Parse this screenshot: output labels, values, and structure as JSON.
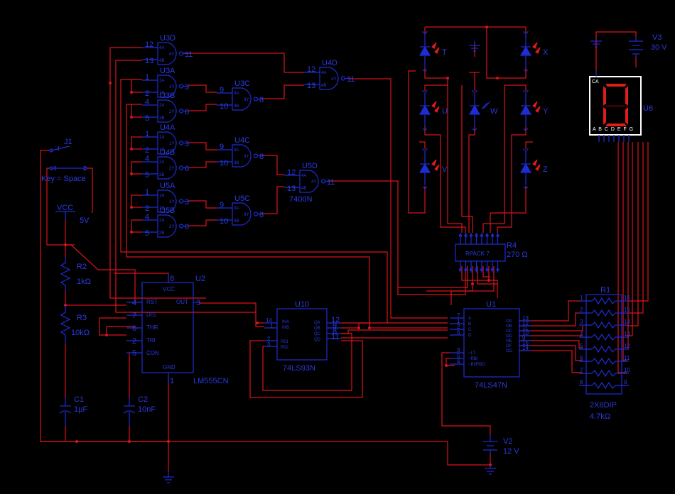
{
  "gates": {
    "u3d": {
      "ref": "U3D",
      "in1": "12",
      "in2": "13",
      "out": "11",
      "pa": "4A",
      "pb": "4B",
      "py": "4Y"
    },
    "u3a": {
      "ref": "U3A",
      "in1": "1",
      "in2": "2",
      "out": "3",
      "pa": "1A",
      "pb": "1B",
      "py": "1Y"
    },
    "u3b": {
      "ref": "U3B",
      "in1": "4",
      "in2": "5",
      "out": "6",
      "pa": "2A",
      "pb": "2B",
      "py": "2Y"
    },
    "u3c": {
      "ref": "U3C",
      "in1": "9",
      "in2": "10",
      "out": "8",
      "pa": "3A",
      "pb": "3B",
      "py": "3Y"
    },
    "u4d": {
      "ref": "U4D",
      "in1": "12",
      "in2": "13",
      "out": "11",
      "pa": "4A",
      "pb": "4B",
      "py": "4Y"
    },
    "u4a": {
      "ref": "U4A",
      "in1": "1",
      "in2": "2",
      "out": "3",
      "pa": "1A",
      "pb": "1B",
      "py": "1Y"
    },
    "u4b": {
      "ref": "U4B",
      "in1": "4",
      "in2": "5",
      "out": "6",
      "pa": "2A",
      "pb": "2B",
      "py": "2Y"
    },
    "u4c": {
      "ref": "U4C",
      "in1": "9",
      "in2": "10",
      "out": "8",
      "pa": "3A",
      "pb": "3B",
      "py": "3Y"
    },
    "u5a": {
      "ref": "U5A",
      "in1": "1",
      "in2": "2",
      "out": "3",
      "pa": "1A",
      "pb": "1B",
      "py": "1Y"
    },
    "u5b": {
      "ref": "U5B",
      "in1": "4",
      "in2": "5",
      "out": "6",
      "pa": "2A",
      "pb": "2B",
      "py": "2Y"
    },
    "u5c": {
      "ref": "U5C",
      "in1": "9",
      "in2": "10",
      "out": "8",
      "pa": "3A",
      "pb": "3B",
      "py": "3Y"
    },
    "u5d": {
      "ref": "U5D",
      "in1": "12",
      "in2": "13",
      "out": "11",
      "pa": "4A",
      "pb": "4B",
      "py": "4Y",
      "part": "7400N"
    }
  },
  "switch": {
    "ref": "J1",
    "label": "Key = Space",
    "pin1": "1",
    "pin2": "2",
    "pin3": "3"
  },
  "vcc": {
    "label": "VCC",
    "value": "5V"
  },
  "r2": {
    "ref": "R2",
    "value": "1kΩ"
  },
  "r3": {
    "ref": "R3",
    "value": "10kΩ"
  },
  "c1": {
    "ref": "C1",
    "value": "1µF"
  },
  "c2": {
    "ref": "C2",
    "value": "10nF"
  },
  "u2": {
    "ref": "U2",
    "part": "LM555CN",
    "vcc": "VCC",
    "gnd": "GND",
    "pins": {
      "vcc": "8",
      "rst": "4",
      "dis": "7",
      "thr": "6",
      "tri": "2",
      "con": "5",
      "out": "3",
      "gnd": "1"
    },
    "names": {
      "rst": "RST",
      "dis": "DIS",
      "thr": "THR",
      "tri": "TRI",
      "con": "CON",
      "out": "OUT"
    }
  },
  "u10": {
    "ref": "U10",
    "part": "74LS93N",
    "pins": {
      "ina": "14",
      "inb": "1",
      "r01": "2",
      "r02": "3",
      "qa": "12",
      "qb": "9",
      "qc": "8",
      "qd": "11"
    },
    "names": {
      "ina": "INA",
      "inb": "INB",
      "r01": "R01",
      "r02": "R02",
      "qa": "QA",
      "qb": "QB",
      "qc": "QC",
      "qd": "QD"
    }
  },
  "u1": {
    "ref": "U1",
    "part": "74LS47N",
    "inputs": [
      {
        "pin": "7",
        "name": "A"
      },
      {
        "pin": "1",
        "name": "B"
      },
      {
        "pin": "2",
        "name": "C"
      },
      {
        "pin": "6",
        "name": "D"
      }
    ],
    "controls": [
      {
        "pin": "3",
        "name": "~LT"
      },
      {
        "pin": "5",
        "name": "~RBI"
      },
      {
        "pin": "4",
        "name": "~BI/RBO"
      }
    ],
    "outputs": [
      {
        "pin": "13",
        "name": "OA"
      },
      {
        "pin": "12",
        "name": "OB"
      },
      {
        "pin": "11",
        "name": "OC"
      },
      {
        "pin": "10",
        "name": "OD"
      },
      {
        "pin": "9",
        "name": "OE"
      },
      {
        "pin": "15",
        "name": "OF"
      },
      {
        "pin": "14",
        "name": "OG"
      }
    ]
  },
  "r4": {
    "ref": "R4",
    "part": "RPACK 7",
    "value": "270 Ω"
  },
  "r1": {
    "ref": "R1",
    "part": "2X8DIP",
    "value": "4.7kΩ",
    "left": [
      "1",
      "2",
      "3",
      "4",
      "5",
      "6",
      "7",
      "8"
    ],
    "right": [
      "16",
      "15",
      "14",
      "13",
      "12",
      "11",
      "10",
      "9"
    ]
  },
  "leds": {
    "t": "T",
    "u": "U",
    "v": "V",
    "w": "W",
    "x": "X",
    "y": "Y",
    "z": "Z"
  },
  "v2": {
    "ref": "V2",
    "value": "12 V"
  },
  "v3": {
    "ref": "V3",
    "value": "30 V"
  },
  "u6": {
    "ref": "U6",
    "ca": "CA",
    "segs": "A B C D E F G"
  }
}
